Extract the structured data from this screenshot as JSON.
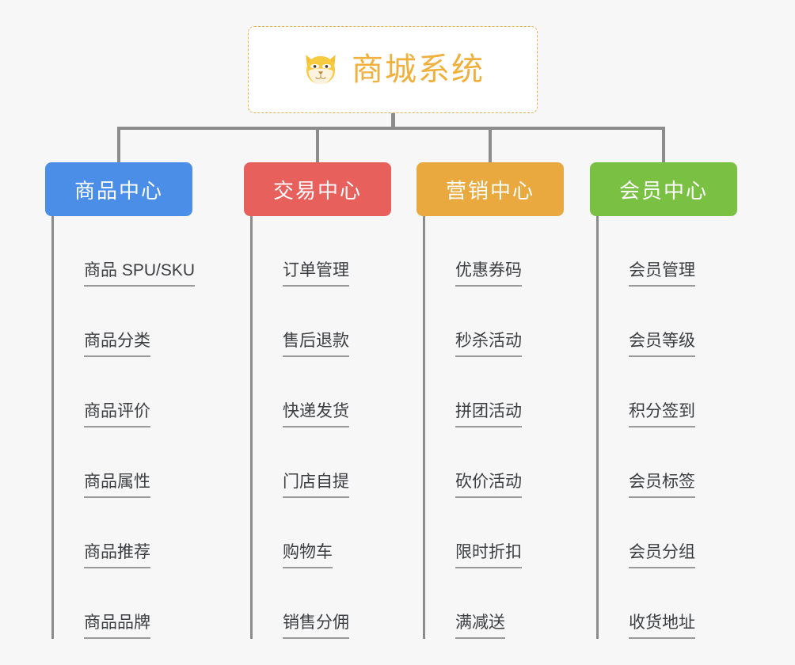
{
  "diagram": {
    "title": "商城系统",
    "root": {
      "label": "商城系统",
      "icon": "shiba-dog-icon",
      "text_color": "#f0b03c",
      "border_color": "#e8b04b",
      "background": "#ffffff"
    },
    "connector_color": "#8c8c8c",
    "canvas_background": "#f7f7f7",
    "columns": [
      {
        "label": "商品中心",
        "color": "#4a8ee8",
        "items": [
          "商品 SPU/SKU",
          "商品分类",
          "商品评价",
          "商品属性",
          "商品推荐",
          "商品品牌"
        ]
      },
      {
        "label": "交易中心",
        "color": "#e8605c",
        "items": [
          "订单管理",
          "售后退款",
          "快递发货",
          "门店自提",
          "购物车",
          "销售分佣"
        ]
      },
      {
        "label": "营销中心",
        "color": "#eaa93e",
        "items": [
          "优惠券码",
          "秒杀活动",
          "拼团活动",
          "砍价活动",
          "限时折扣",
          "满减送"
        ]
      },
      {
        "label": "会员中心",
        "color": "#7ac143",
        "items": [
          "会员管理",
          "会员等级",
          "积分签到",
          "会员标签",
          "会员分组",
          "收货地址"
        ]
      }
    ]
  }
}
